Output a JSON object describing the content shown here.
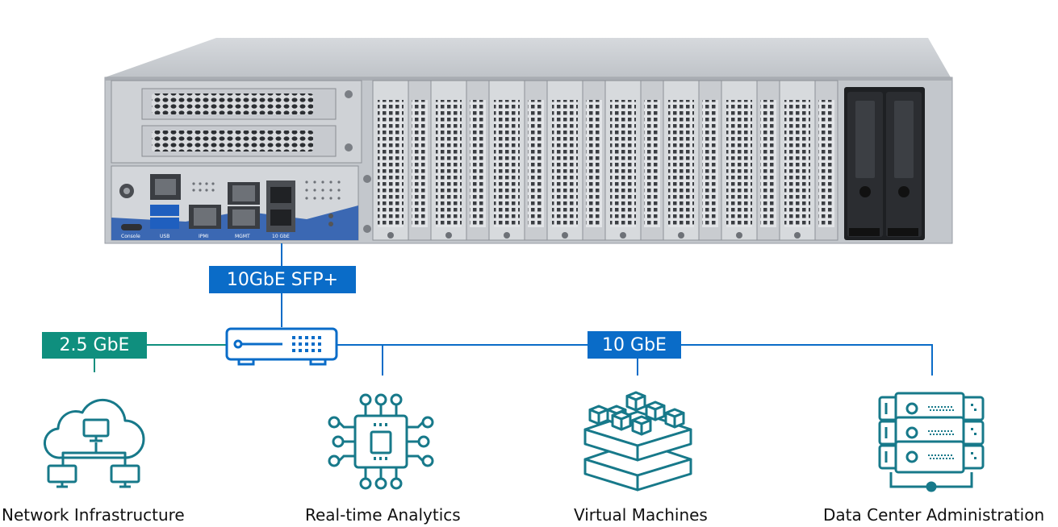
{
  "diagram": {
    "links": {
      "sfp": "10GbE SFP+",
      "left": "2.5 GbE",
      "right": "10 GbE"
    },
    "endpoints": [
      {
        "label": "Network Infrastructure",
        "icon": "cloud-network-icon"
      },
      {
        "label": "Real-time Analytics",
        "icon": "chip-icon"
      },
      {
        "label": "Virtual Machines",
        "icon": "cubes-stack-icon"
      },
      {
        "label": "Data Center Administration",
        "icon": "server-rack-icon"
      }
    ],
    "server_port_labels": [
      "Console",
      "USB",
      "IPMI",
      "MGMT",
      "10 GbE"
    ],
    "colors": {
      "blue": "#0a6cc8",
      "teal": "#0f8f7e",
      "icon": "#17798a",
      "chassis": "#c9cdd2",
      "io_panel": "#3b68b3"
    }
  }
}
